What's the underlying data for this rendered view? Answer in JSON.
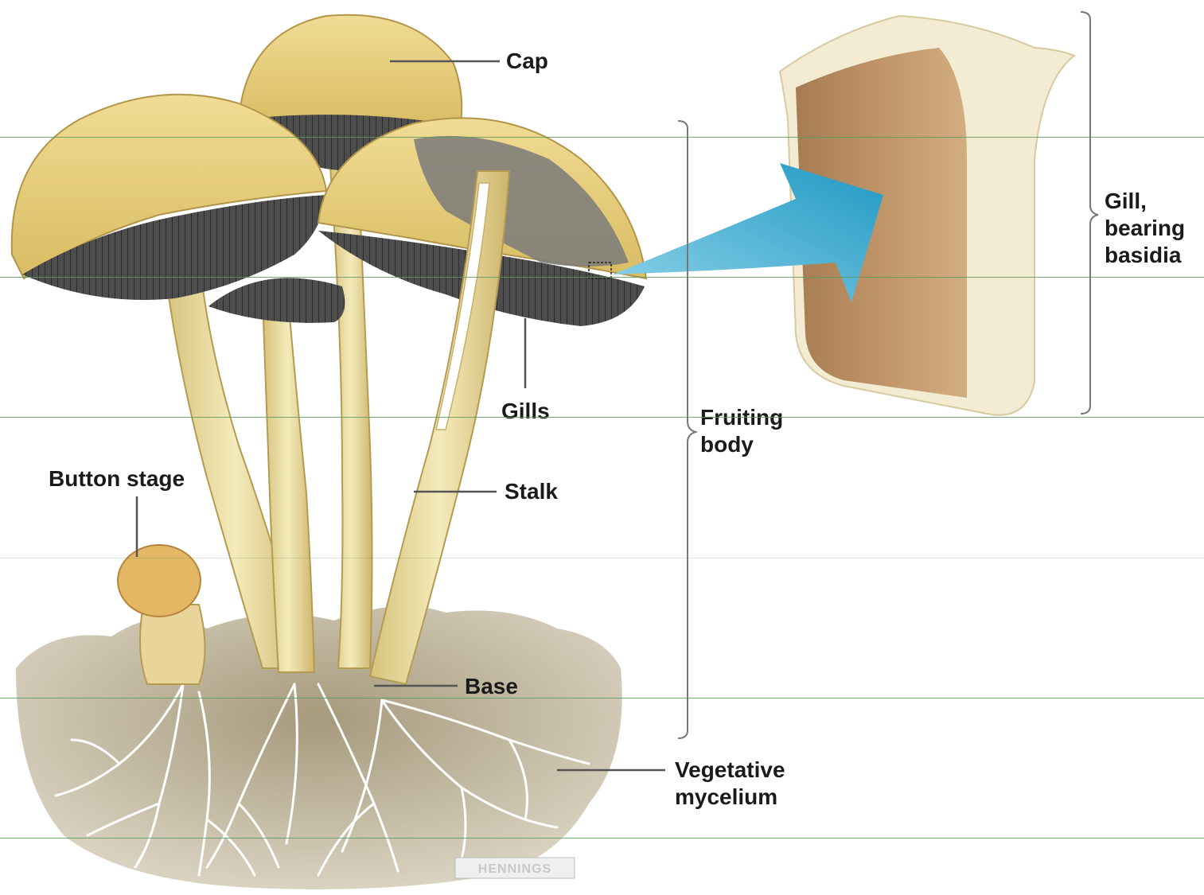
{
  "labels": {
    "cap": "Cap",
    "gills": "Gills",
    "stalk": "Stalk",
    "base": "Base",
    "button_stage": "Button stage",
    "fruiting_body": [
      "Fruiting",
      "body"
    ],
    "vegetative_mycelium": [
      "Vegetative",
      "mycelium"
    ],
    "gill_detail": [
      "Gill,",
      "bearing",
      "basidia"
    ]
  },
  "signature": "HENNINGS",
  "colors": {
    "cap": "#e8cf7e",
    "gill": "#4a4a4a",
    "stalk": "#efe3a8",
    "arrow": "#2aa3c9",
    "gill_tissue": "#b88a5c",
    "ruled_line": "#5c9a5c"
  }
}
